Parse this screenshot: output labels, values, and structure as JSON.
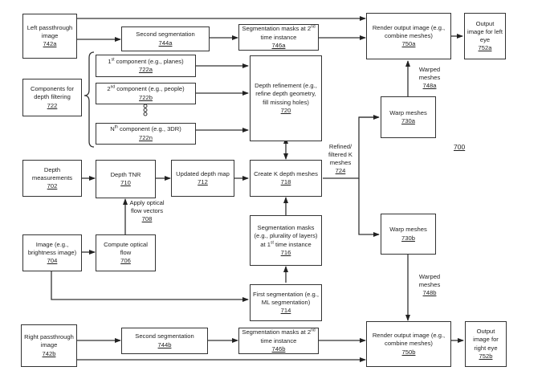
{
  "figure_number": "700",
  "nodes": {
    "left_passthrough": {
      "text": "Left passthrough image",
      "ref": "742a"
    },
    "second_seg_a": {
      "text": "Second segmentation",
      "ref": "744a"
    },
    "seg_masks_2nd_a": {
      "text_pre": "Segmentation masks at 2",
      "sup": "nd",
      "text_post": " time instance",
      "ref": "746a"
    },
    "render_a": {
      "text": "Render output image (e.g., combine meshes)",
      "ref": "750a"
    },
    "output_left": {
      "text": "Output image for left eye",
      "ref": "752a"
    },
    "components": {
      "text": "Components for depth filtering",
      "ref": "722"
    },
    "comp1": {
      "text_pre": "1",
      "sup": "st",
      "text_post": " component (e.g., planes)",
      "ref": "722a"
    },
    "comp2": {
      "text_pre": "2",
      "sup": "nd",
      "text_post": " component (e.g., people)",
      "ref": "722b"
    },
    "compn": {
      "text_pre": "N",
      "sup": "th",
      "text_post": " component (e.g., 3DR)",
      "ref": "722n"
    },
    "depth_refine": {
      "text": "Depth refinement (e.g., refine depth geometry, fill missing holes)",
      "ref": "720"
    },
    "warp_a": {
      "text": "Warp meshes",
      "ref": "730a"
    },
    "depth_meas": {
      "text": "Depth measurements",
      "ref": "702"
    },
    "depth_tnr": {
      "text": "Depth TNR",
      "ref": "710"
    },
    "updated_depth": {
      "text": "Updated depth map",
      "ref": "712"
    },
    "create_k": {
      "text": "Create K depth meshes",
      "ref": "718"
    },
    "image": {
      "text": "Image (e.g., brightness image)",
      "ref": "704"
    },
    "optical_flow": {
      "text": "Compute optical flow",
      "ref": "706"
    },
    "seg_masks_1st": {
      "text_pre": "Segmentation masks (e.g., plurality of layers) at 1",
      "sup": "st",
      "text_post": " time instance",
      "ref": "716"
    },
    "warp_b": {
      "text": "Warp meshes",
      "ref": "730b"
    },
    "first_seg": {
      "text": "First segmentation (e.g., ML segmentation)",
      "ref": "714"
    },
    "right_passthrough": {
      "text": "Right passthrough image",
      "ref": "742b"
    },
    "second_seg_b": {
      "text": "Second segmentation",
      "ref": "744b"
    },
    "seg_masks_2nd_b": {
      "text_pre": "Segmentation masks at 2",
      "sup": "nd",
      "text_post": " time instance",
      "ref": "746b"
    },
    "render_b": {
      "text": "Render output image (e.g., combine meshes)",
      "ref": "750b"
    },
    "output_right": {
      "text": "Output image for right eye",
      "ref": "752b"
    }
  },
  "edge_labels": {
    "warped_a": {
      "text": "Warped meshes",
      "ref": "748a"
    },
    "warped_b": {
      "text": "Warped meshes",
      "ref": "748b"
    },
    "refined": {
      "text": "Refined/ filtered K meshes",
      "ref": "724"
    },
    "apply_flow": {
      "text": "Apply optical flow vectors",
      "ref": "708"
    }
  }
}
